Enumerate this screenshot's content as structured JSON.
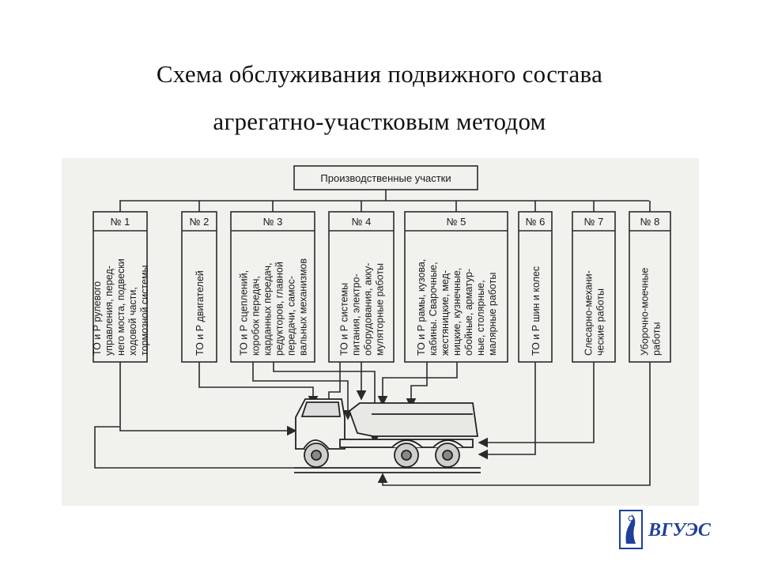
{
  "title": {
    "line1": "Схема обслуживания подвижного состава",
    "line2": "агрегатно-участковым методом"
  },
  "diagram": {
    "root": "Производственные участки",
    "sections": [
      {
        "num": "№ 1",
        "lines": [
          "ТО и Р рулевого",
          "управления, перед-",
          "него моста, подвески",
          "ходовой части,",
          "тормозной системы"
        ]
      },
      {
        "num": "№ 2",
        "lines": [
          "ТО и Р двигателей"
        ]
      },
      {
        "num": "№ 3",
        "lines": [
          "ТО и Р сцеплений,",
          "коробок передач,",
          "карданных передач,",
          "редукторов, главной",
          "передачи, самос-",
          "вальных механизмов"
        ]
      },
      {
        "num": "№ 4",
        "lines": [
          "ТО и Р системы",
          "питания, электро-",
          "оборудования, акку-",
          "муляторные работы"
        ]
      },
      {
        "num": "№ 5",
        "lines": [
          "ТО и Р рамы, кузова,",
          "кабины. Сварочные,",
          "жестяницкие, мед-",
          "ницкие, кузнечные,",
          "обойные, арматур-",
          "ные, столярные,",
          "малярные работы"
        ]
      },
      {
        "num": "№ 6",
        "lines": [
          "ТО и Р шин и колес"
        ]
      },
      {
        "num": "№ 7",
        "lines": [
          "Слесарно-механи-",
          "ческие работы"
        ]
      },
      {
        "num": "№ 8",
        "lines": [
          "Уборочно-моечные",
          "работы"
        ]
      }
    ]
  },
  "logo": {
    "text": "ВГУЭС"
  }
}
